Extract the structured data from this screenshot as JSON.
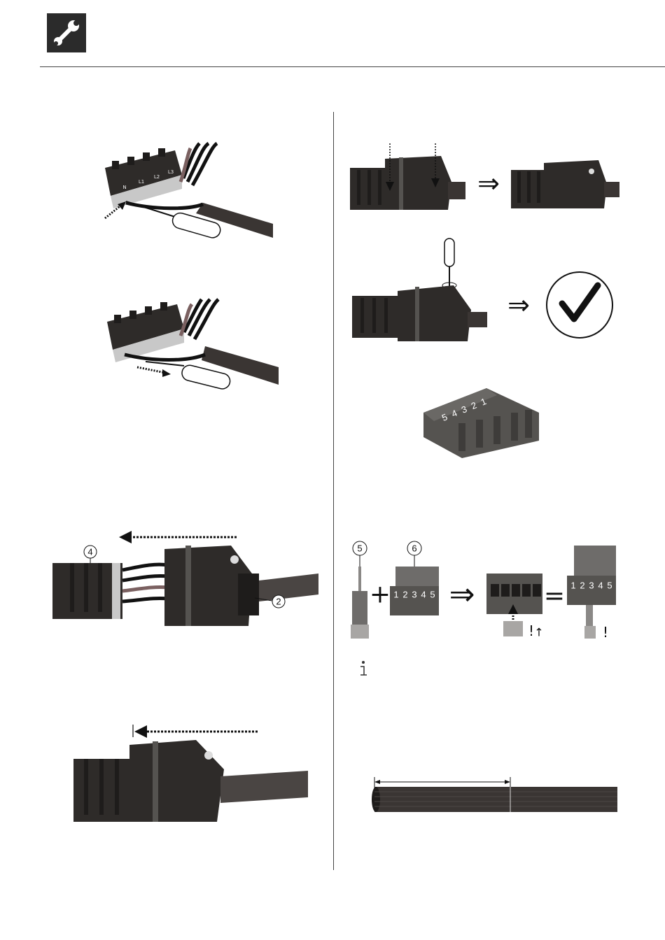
{
  "header": {
    "icon": "wrench-icon"
  },
  "callouts": {
    "c2": "2",
    "c4": "4",
    "c5": "5",
    "c6": "6"
  },
  "terminals": {
    "t1": "N",
    "t2": "L1",
    "t3": "L2",
    "t4": "L3"
  },
  "plug_digits": [
    "1",
    "2",
    "3",
    "4",
    "5"
  ],
  "plug_digits_rotated": [
    "5",
    "4",
    "3",
    "2",
    "1"
  ],
  "symbols": {
    "plus": "+",
    "equals": "=",
    "implies": "⇒",
    "exclamation": "!",
    "up_arrow": "↑",
    "info_icon": "info-icon",
    "check_icon": "check-icon"
  },
  "colors": {
    "dark_housing": "#2e2b29",
    "mid_housing": "#555350",
    "light_terminal": "#cfcfcf",
    "cable": "#3a3533",
    "arrow": "#111111"
  }
}
